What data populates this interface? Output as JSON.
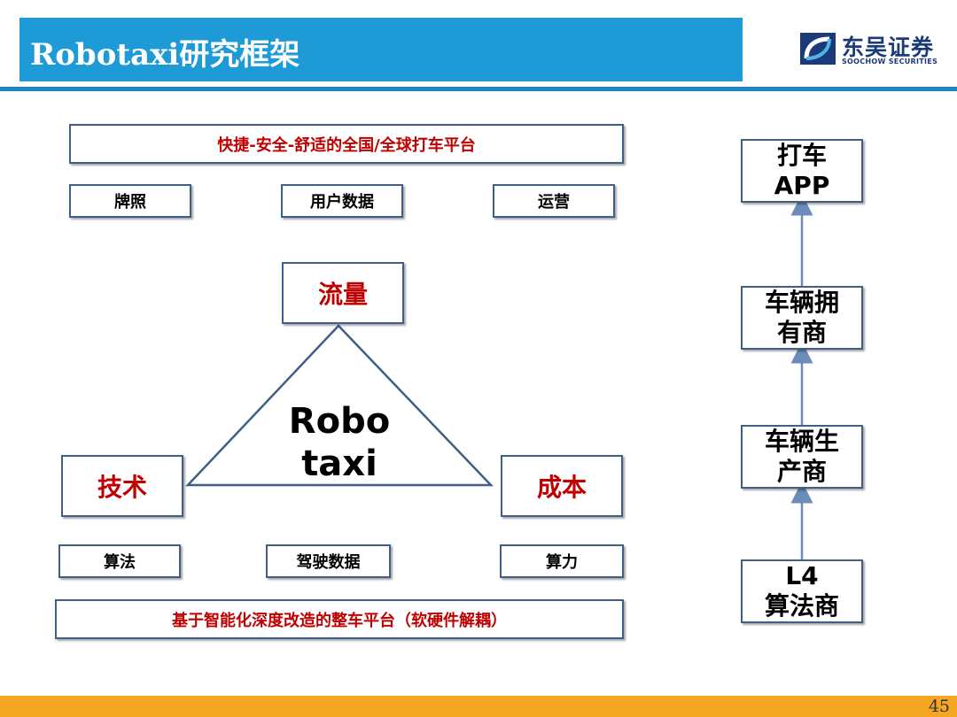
{
  "header": {
    "title": "Robotaxi研究框架",
    "logo_name": "东吴证券",
    "logo_sub": "SOOCHOW SECURITIES"
  },
  "left": {
    "top_banner": "快捷-安全-舒适的全国/全球打车平台",
    "top_items": [
      "牌照",
      "用户数据",
      "运营"
    ],
    "triangle_top": "流量",
    "triangle_left": "技术",
    "triangle_right": "成本",
    "center_line1": "Robo",
    "center_line2": "taxi",
    "bottom_items": [
      "算法",
      "驾驶数据",
      "算力"
    ],
    "bottom_banner": "基于智能化深度改造的整车平台（软硬件解耦）"
  },
  "chain": {
    "top_line1": "打车",
    "top_line2": "APP",
    "owner_line1": "车辆拥",
    "owner_line2": "有商",
    "maker_line1": "车辆生",
    "maker_line2": "产商",
    "bottom_line1": "L4",
    "bottom_line2": "算法商"
  },
  "colors": {
    "title_bar": "#1e9ad6",
    "box_border": "#3f5f85",
    "emphasis_red": "#c00000",
    "arrow": "#6b8cb8",
    "footer": "#f5a623"
  },
  "page_number": "45"
}
